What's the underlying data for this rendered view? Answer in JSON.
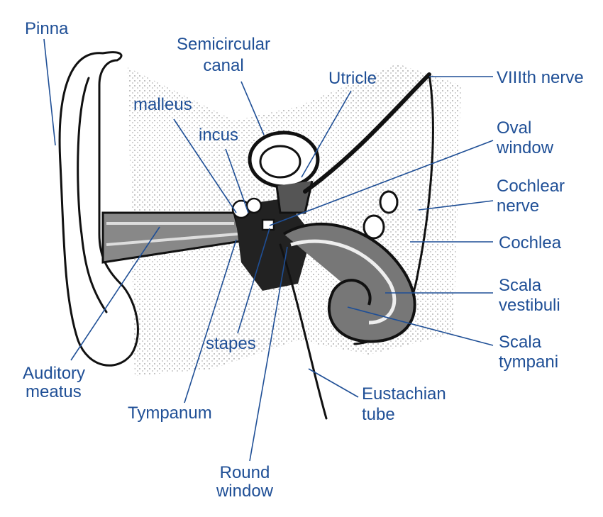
{
  "title": "Structure of the human ear",
  "label_color": "#1f4f96",
  "labels": {
    "pinna": "Pinna",
    "semicircular_canal": [
      "Semicircular",
      "canal"
    ],
    "utricle": "Utricle",
    "viiith_nerve": "VIIIth nerve",
    "oval_window": [
      "Oval",
      "window"
    ],
    "cochlear_nerve": [
      "Cochlear",
      "nerve"
    ],
    "cochlea": "Cochlea",
    "scala_vestibuli": [
      "Scala",
      "vestibuli"
    ],
    "scala_tympani": [
      "Scala",
      "tympani"
    ],
    "malleus": "malleus",
    "incus": "incus",
    "stapes": "stapes",
    "auditory_meatus": [
      "Auditory",
      "meatus"
    ],
    "tympanum": "Tympanum",
    "round_window": [
      "Round",
      "window"
    ],
    "eustachian_tube": [
      "Eustachian",
      "tube"
    ]
  }
}
